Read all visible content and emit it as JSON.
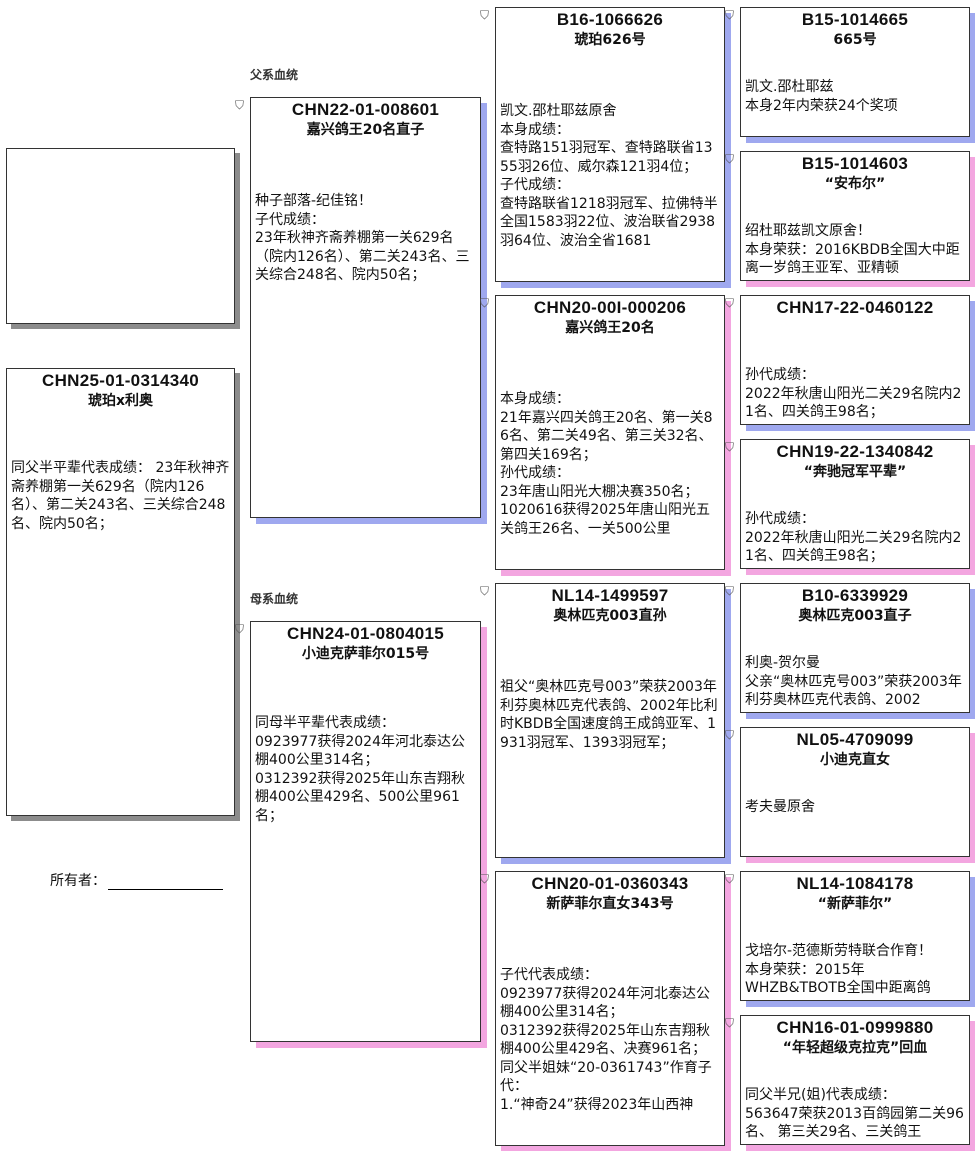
{
  "labels": {
    "sire_line": "父系血统",
    "dam_line": "母系血统",
    "owner": "所有者："
  },
  "colors": {
    "male_shadow": "#9fa8ef",
    "female_shadow": "#f3a6e0",
    "subject_shadow": "#8c8c8c"
  },
  "subject": {
    "ring": "CHN25-01-0314340",
    "name": "琥珀x利奥",
    "notes": "同父半平辈代表成绩： 23年秋神齐斋养棚第一关629名（院内126名）、第二关243名、三关综合248名、院内50名；"
  },
  "sire": {
    "ring": "CHN22-01-008601",
    "name": "嘉兴鸽王20名直子",
    "notes": "种子部落-纪佳铭！\n子代成绩：\n23年秋神齐斋养棚第一关629名（院内126名）、第二关243名、三关综合248名、院内50名；"
  },
  "dam": {
    "ring": "CHN24-01-0804015",
    "name": "小迪克萨菲尔015号",
    "notes": "同母半平辈代表成绩：\n0923977获得2024年河北泰达公棚400公里314名；\n0312392获得2025年山东吉翔秋棚400公里429名、500公里961名；"
  },
  "grandparents": [
    {
      "ring": "B16-1066626",
      "name": "琥珀626号",
      "notes": "凯文.邵杜耶兹原舍\n本身成绩：\n查特路151羽冠军、查特路联省1355羽26位、威尔森121羽4位；\n子代成绩：\n查特路联省1218羽冠军、拉佛特半全国1583羽22位、波治联省2938羽64位、波治全省1681"
    },
    {
      "ring": "CHN20-00I-000206",
      "name": "嘉兴鸽王20名",
      "notes": "本身成绩：\n21年嘉兴四关鸽王20名、第一关86名、第二关49名、第三关32名、第四关169名；\n孙代成绩：\n23年唐山阳光大棚决赛350名；\n1020616获得2025年唐山阳光五关鸽王26名、一关500公里"
    },
    {
      "ring": "NL14-1499597",
      "name": "奥林匹克003直孙",
      "notes": "祖父“奥林匹克号003”荣获2003年利芬奥林匹克代表鸽、2002年比利时KBDB全国速度鸽王成鸽亚军、1931羽冠军、1393羽冠军；"
    },
    {
      "ring": "CHN20-01-0360343",
      "name": "新萨菲尔直女343号",
      "notes": "子代代表成绩：\n0923977获得2024年河北泰达公棚400公里314名；\n0312392获得2025年山东吉翔秋棚400公里429名、决赛961名；\n同父半姐妹“20-0361743”作育子代：\n1.“神奇24”获得2023年山西神"
    }
  ],
  "great_grandparents": [
    {
      "ring": "B15-1014665",
      "name": "665号",
      "notes": "凯文.邵杜耶兹\n本身2年内荣获24个奖项"
    },
    {
      "ring": "B15-1014603",
      "name": "“安布尔”",
      "notes": "绍杜耶兹凯文原舍！\n本身荣获：2016KBDB全国大中距离一岁鸽王亚军、亚精顿"
    },
    {
      "ring": "CHN17-22-0460122",
      "name": "",
      "notes": "孙代成绩：\n2022年秋唐山阳光二关29名院内21名、四关鸽王98名；"
    },
    {
      "ring": "CHN19-22-1340842",
      "name": "“奔驰冠军平辈”",
      "notes": "孙代成绩：\n2022年秋唐山阳光二关29名院内21名、四关鸽王98名；"
    },
    {
      "ring": "B10-6339929",
      "name": "奥林匹克003直子",
      "notes": "利奥-贺尔曼\n父亲“奥林匹克号003”荣获2003年利芬奥林匹克代表鸽、2002"
    },
    {
      "ring": "NL05-4709099",
      "name": "小迪克直女",
      "notes": "考夫曼原舍"
    },
    {
      "ring": "NL14-1084178",
      "name": "“新萨菲尔”",
      "notes": "戈培尔-范德斯劳特联合作育！\n本身荣获：2015年\nWHZB&TBOTB全国中距离鸽"
    },
    {
      "ring": "CHN16-01-0999880",
      "name": "“年轻超级克拉克”回血",
      "notes": "同父半兄(姐)代表成绩：\n563647荣获2013百鸽园第二关96名、 第三关29名、三关鸽王"
    }
  ]
}
